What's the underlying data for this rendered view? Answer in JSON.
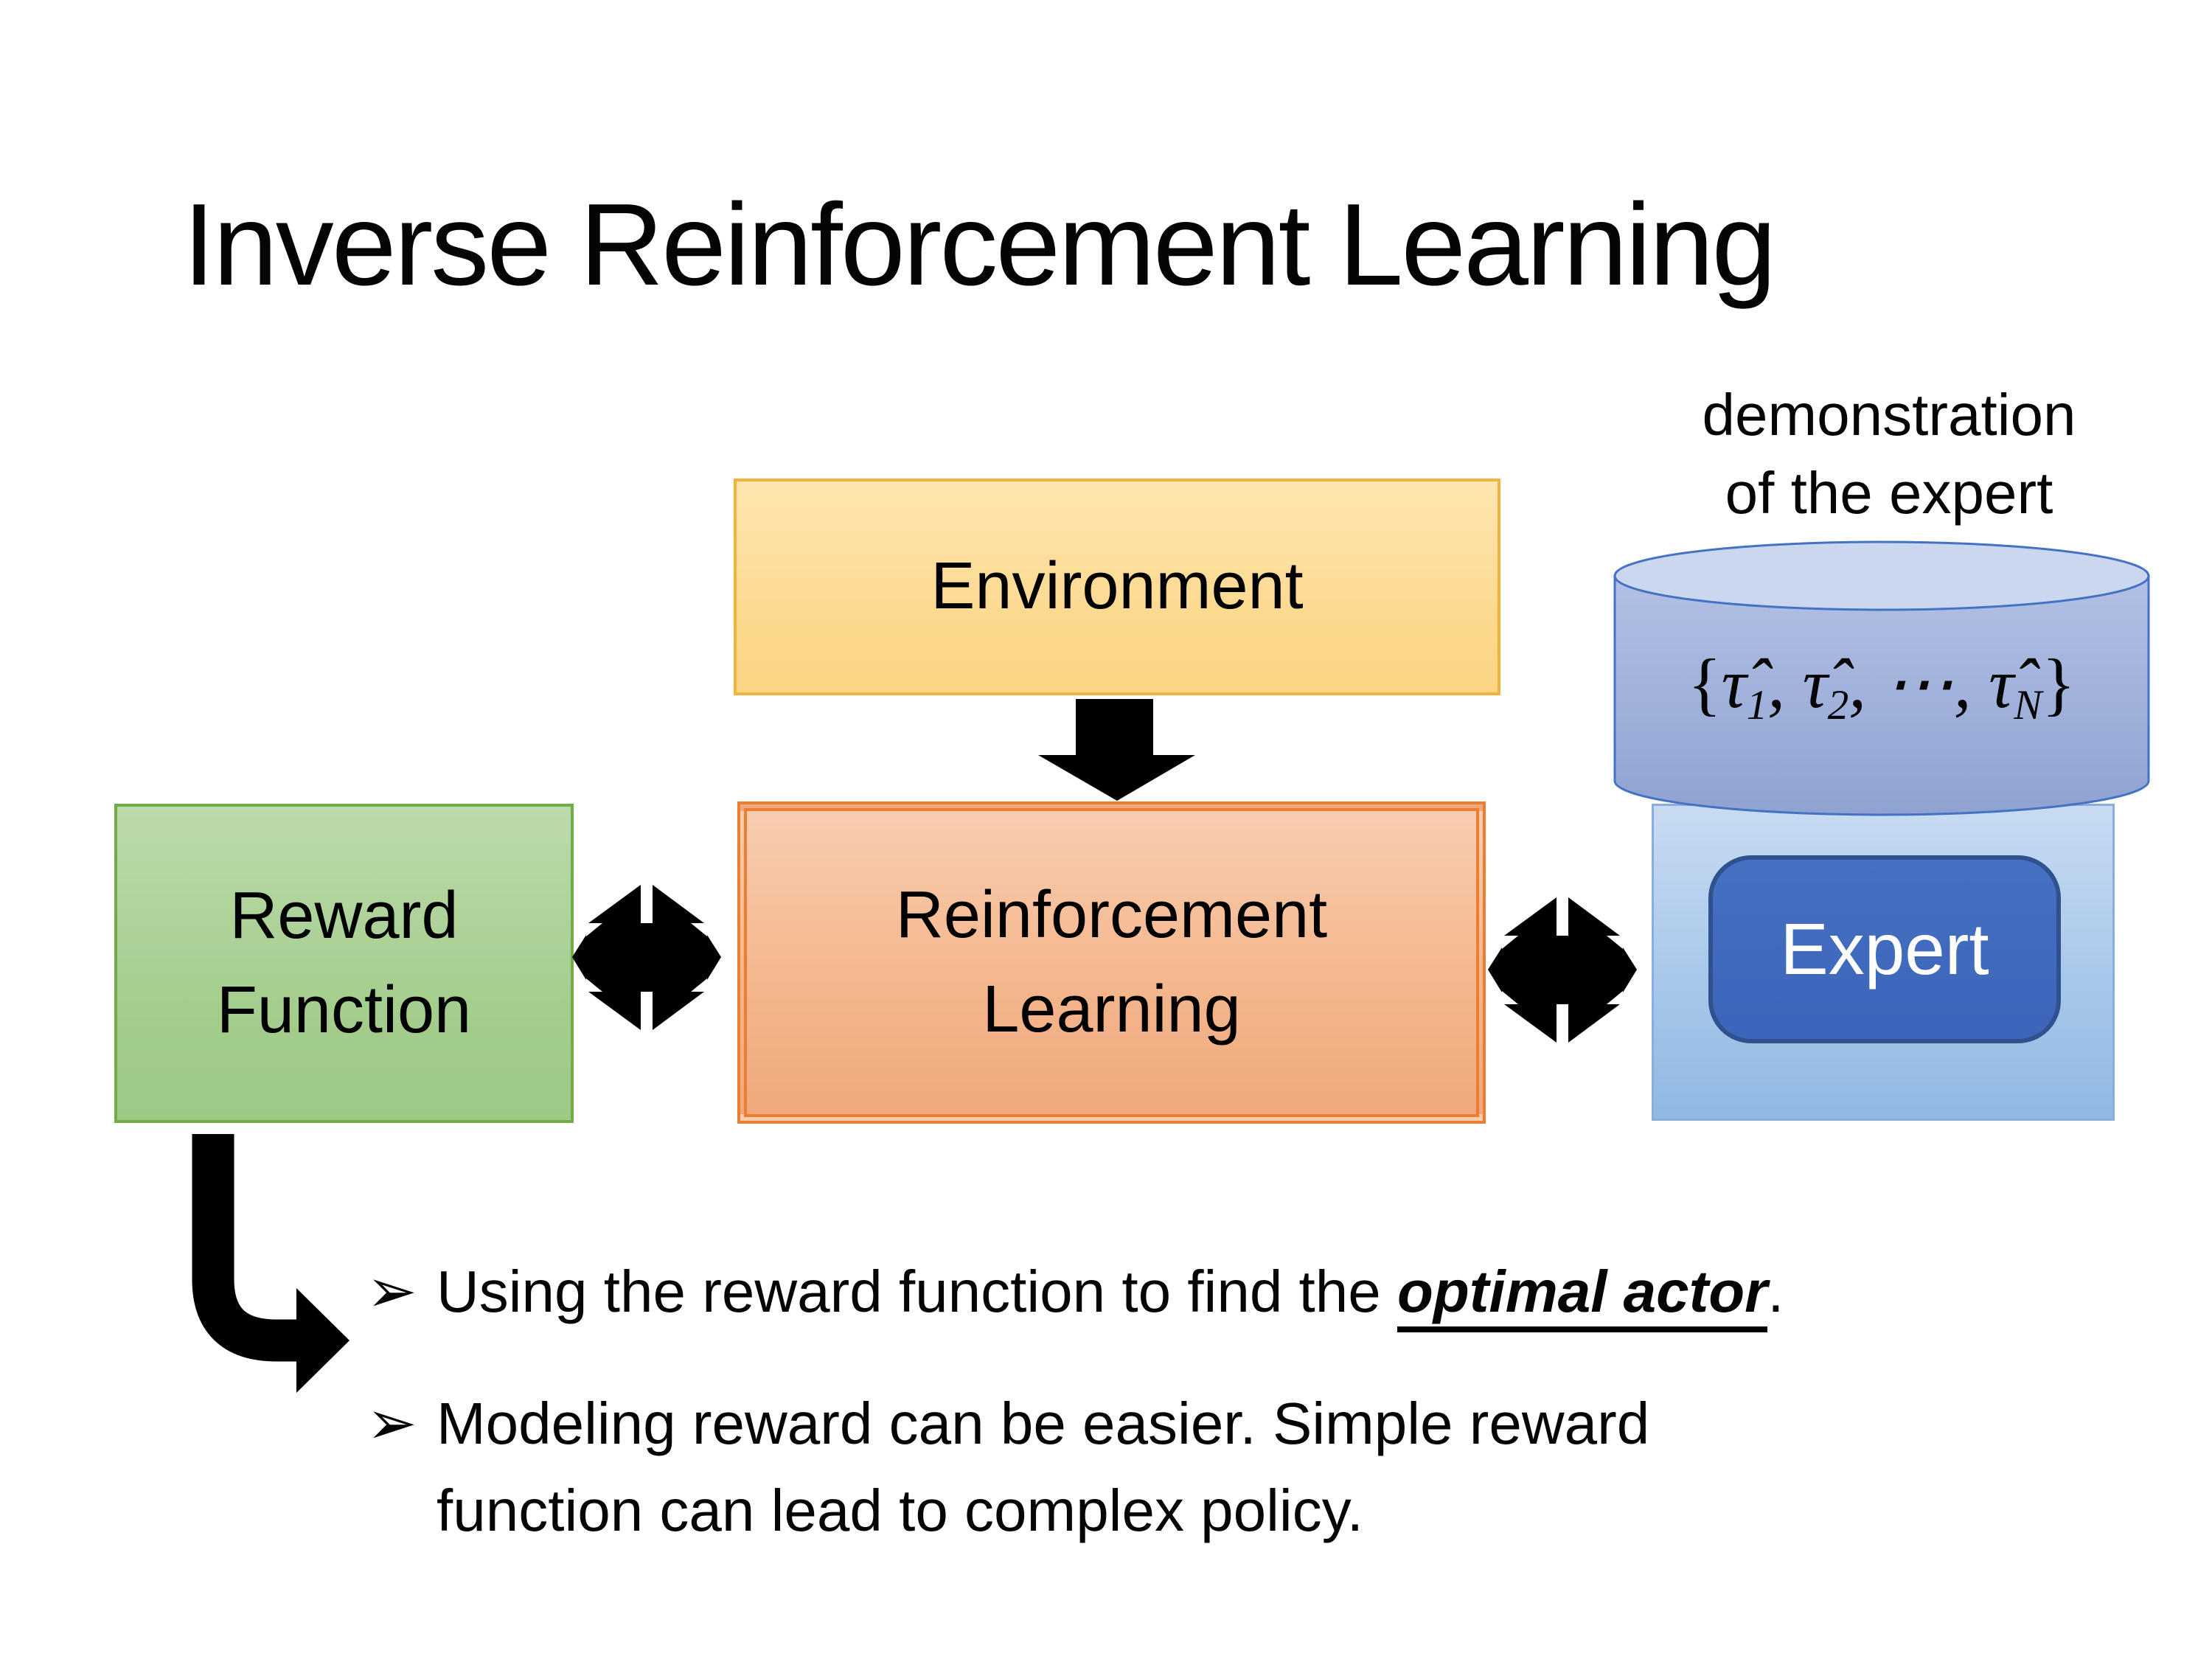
{
  "slide": {
    "title": "Inverse Reinforcement Learning",
    "demonstration_label": {
      "line1": "demonstration",
      "line2": "of the expert"
    },
    "boxes": {
      "environment": {
        "label": "Environment"
      },
      "reward_function": {
        "line1": "Reward",
        "line2": "Function"
      },
      "reinforcement_learning": {
        "line1": "Reinforcement",
        "line2": "Learning"
      },
      "expert": {
        "label": "Expert"
      }
    },
    "formula": {
      "open": "{",
      "terms": [
        {
          "base": "τ̂",
          "sub": "1"
        },
        {
          "base": "τ̂",
          "sub": "2"
        },
        {
          "base": "⋯",
          "sub": ""
        },
        {
          "base": "τ̂",
          "sub": "N"
        }
      ],
      "separator": ", ",
      "close": "}"
    },
    "bullets": {
      "marker": "➢",
      "item1": {
        "prefix": "Using the reward function to find the ",
        "emphasis": "optimal actor",
        "suffix": "."
      },
      "item2": {
        "line1": "Modeling reward can be easier. Simple reward",
        "line2": "function can lead to complex policy."
      }
    },
    "icons": {
      "down_arrow": "down-arrow-icon",
      "exchange_left": "exchange-arrows-icon",
      "exchange_right": "exchange-arrows-icon",
      "bent_arrow": "bent-arrow-icon",
      "database": "database-cylinder-icon"
    },
    "colors": {
      "environment_fill": "#FCD88C",
      "environment_border": "#F2B33C",
      "reward_fill": "#A5CE8F",
      "reward_border": "#70AD47",
      "rl_fill": "#F4B78E",
      "rl_border": "#ED7D31",
      "expert_container_fill": "#A8C8EA",
      "expert_container_border": "#87AEDC",
      "expert_button_fill": "#3C65B9",
      "expert_button_border": "#2F528F",
      "cylinder_body": "#9FB0DA",
      "cylinder_top": "#CBD6EF",
      "cylinder_border": "#4472C4",
      "arrow_black": "#000000",
      "text": "#050505",
      "background": "#FFFFFF"
    }
  }
}
